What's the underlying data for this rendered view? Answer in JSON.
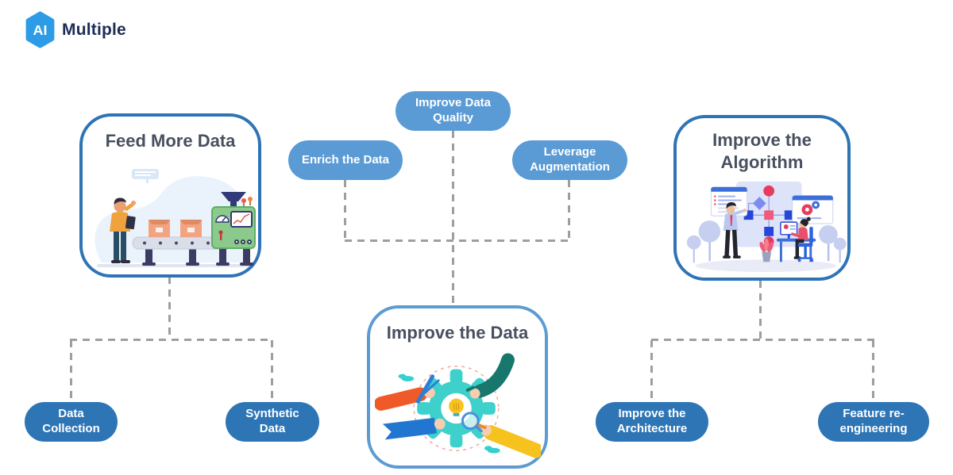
{
  "logo": {
    "mark": "AI",
    "name": "Multiple"
  },
  "cards": {
    "feed": {
      "title": "Feed More Data"
    },
    "data": {
      "title": "Improve the Data"
    },
    "algo": {
      "title": "Improve the Algorithm"
    }
  },
  "pills": {
    "quality": "Improve Data Quality",
    "enrich": "Enrich the Data",
    "leverage": "Leverage Augmentation",
    "collection": "Data Collection",
    "synthetic": "Synthetic Data",
    "architecture": "Improve the Architecture",
    "feature": "Feature re-engineering"
  },
  "relations": {
    "feed_children": [
      "Data Collection",
      "Synthetic Data"
    ],
    "data_parents": [
      "Enrich the Data",
      "Improve Data Quality",
      "Leverage Augmentation"
    ],
    "algo_children": [
      "Improve the Architecture",
      "Feature re-engineering"
    ]
  },
  "icons": [
    "ai-hexagon-icon",
    "factory-illustration",
    "gear-idea-illustration",
    "flowchart-team-illustration"
  ],
  "colors": {
    "pill_light": "#5b9bd5",
    "pill_dark": "#2e75b6",
    "card_border": "#2e74b5",
    "card_border_light": "#5d9bd3",
    "title_text": "#47505f",
    "dashed_line": "#9e9e9e",
    "logo_hex": "#2d9be5",
    "logo_text": "#1b2d55"
  }
}
